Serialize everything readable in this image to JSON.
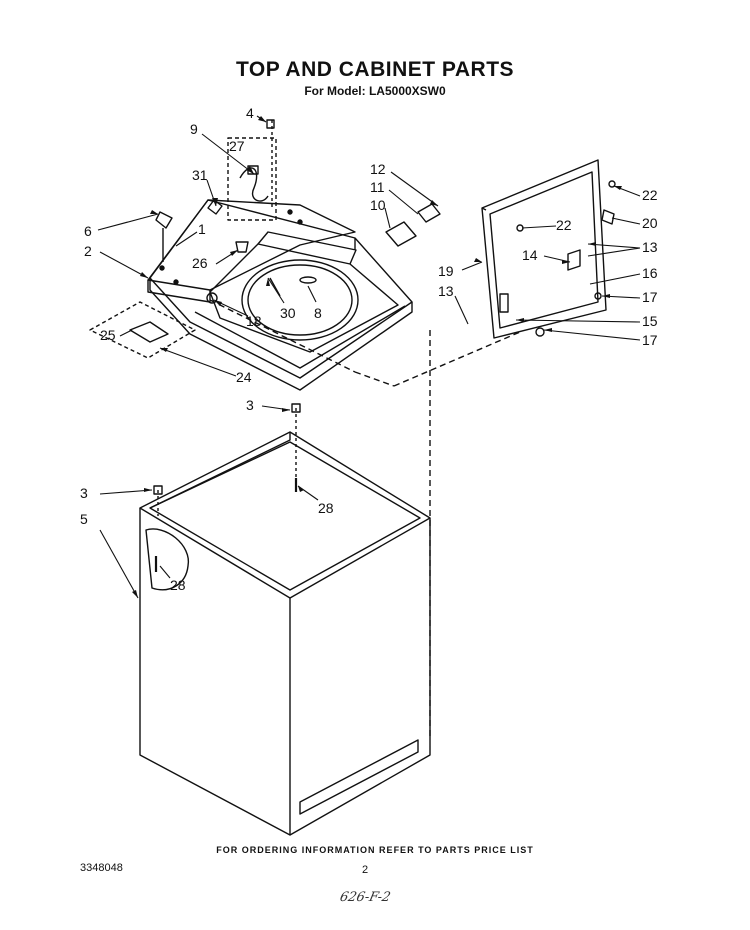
{
  "header": {
    "title": "TOP AND CABINET PARTS",
    "subtitle": "For Model: LA5000XSW0"
  },
  "callouts": {
    "c1": "1",
    "c2": "2",
    "c3a": "3",
    "c3b": "3",
    "c4": "4",
    "c5": "5",
    "c6": "6",
    "c8": "8",
    "c9": "9",
    "c10": "10",
    "c11": "11",
    "c12": "12",
    "c13a": "13",
    "c13b": "13",
    "c14": "14",
    "c15": "15",
    "c16": "16",
    "c17a": "17",
    "c17b": "17",
    "c18": "18",
    "c19": "19",
    "c20": "20",
    "c22a": "22",
    "c22b": "22",
    "c24": "24",
    "c25": "25",
    "c26": "26",
    "c27": "27",
    "c28a": "28",
    "c28b": "28",
    "c30": "30",
    "c31": "31"
  },
  "footer": {
    "ordering_info": "FOR ORDERING INFORMATION REFER TO PARTS PRICE LIST",
    "doc_number": "3348048",
    "page_number": "2",
    "handwritten_note": "626-F-2"
  }
}
